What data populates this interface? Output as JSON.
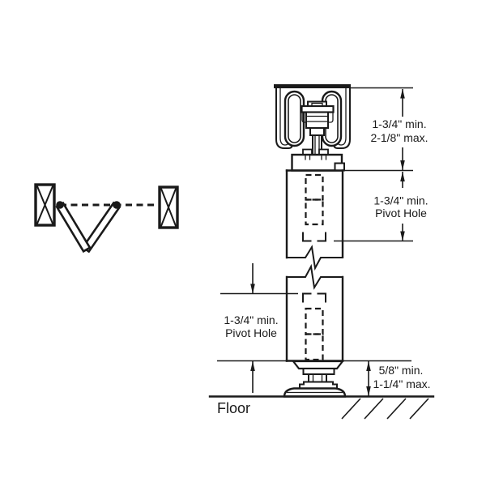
{
  "colors": {
    "line": "#1a1a1a",
    "background": "#ffffff"
  },
  "labels": {
    "track_clearance": {
      "line1": "1-3/4\" min.",
      "line2": "2-1/8\" max."
    },
    "top_pivot_hole": {
      "line1": "1-3/4\" min.",
      "line2": "Pivot Hole"
    },
    "bottom_pivot_hole": {
      "line1": "1-3/4\" min.",
      "line2": "Pivot Hole"
    },
    "floor_clearance": {
      "line1": "5/8\" min.",
      "line2": "1-1/4\" max."
    },
    "floor": "Floor"
  }
}
